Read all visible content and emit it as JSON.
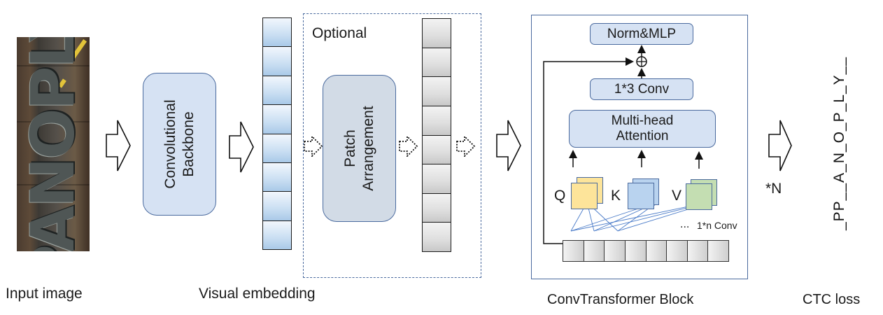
{
  "input_image": {
    "caption": "Input image",
    "depicted_text": "PANOPLY"
  },
  "backbone": {
    "label_line1": "Convolutional",
    "label_line2": "Backbone"
  },
  "visual_embedding": {
    "caption": "Visual embedding",
    "cell_count": 8
  },
  "optional": {
    "title": "Optional",
    "patch_label_line1": "Patch",
    "patch_label_line2": "Arrangement",
    "cell_count": 8
  },
  "conv_transformer": {
    "caption": "ConvTransformer Block",
    "norm_mlp": "Norm&MLP",
    "conv13": "1*3 Conv",
    "mha_line1": "Multi-head",
    "mha_line2": "Attention",
    "q": "Q",
    "k": "K",
    "v": "V",
    "ellipsis": "...",
    "conv1n": "1*n Conv",
    "token_count": 8,
    "add_symbol": "⊕"
  },
  "repeat": "*N",
  "ctc": {
    "caption": "CTC loss",
    "sequence": "_PP__A_N_O_P_L_Y__"
  },
  "colors": {
    "block_fill": "#d6e2f3",
    "block_border": "#4a6a9e",
    "q_color": "#fde49a",
    "k_color": "#b9d3ef",
    "v_color": "#c4deb2",
    "attn_line": "#4a7bc8"
  }
}
